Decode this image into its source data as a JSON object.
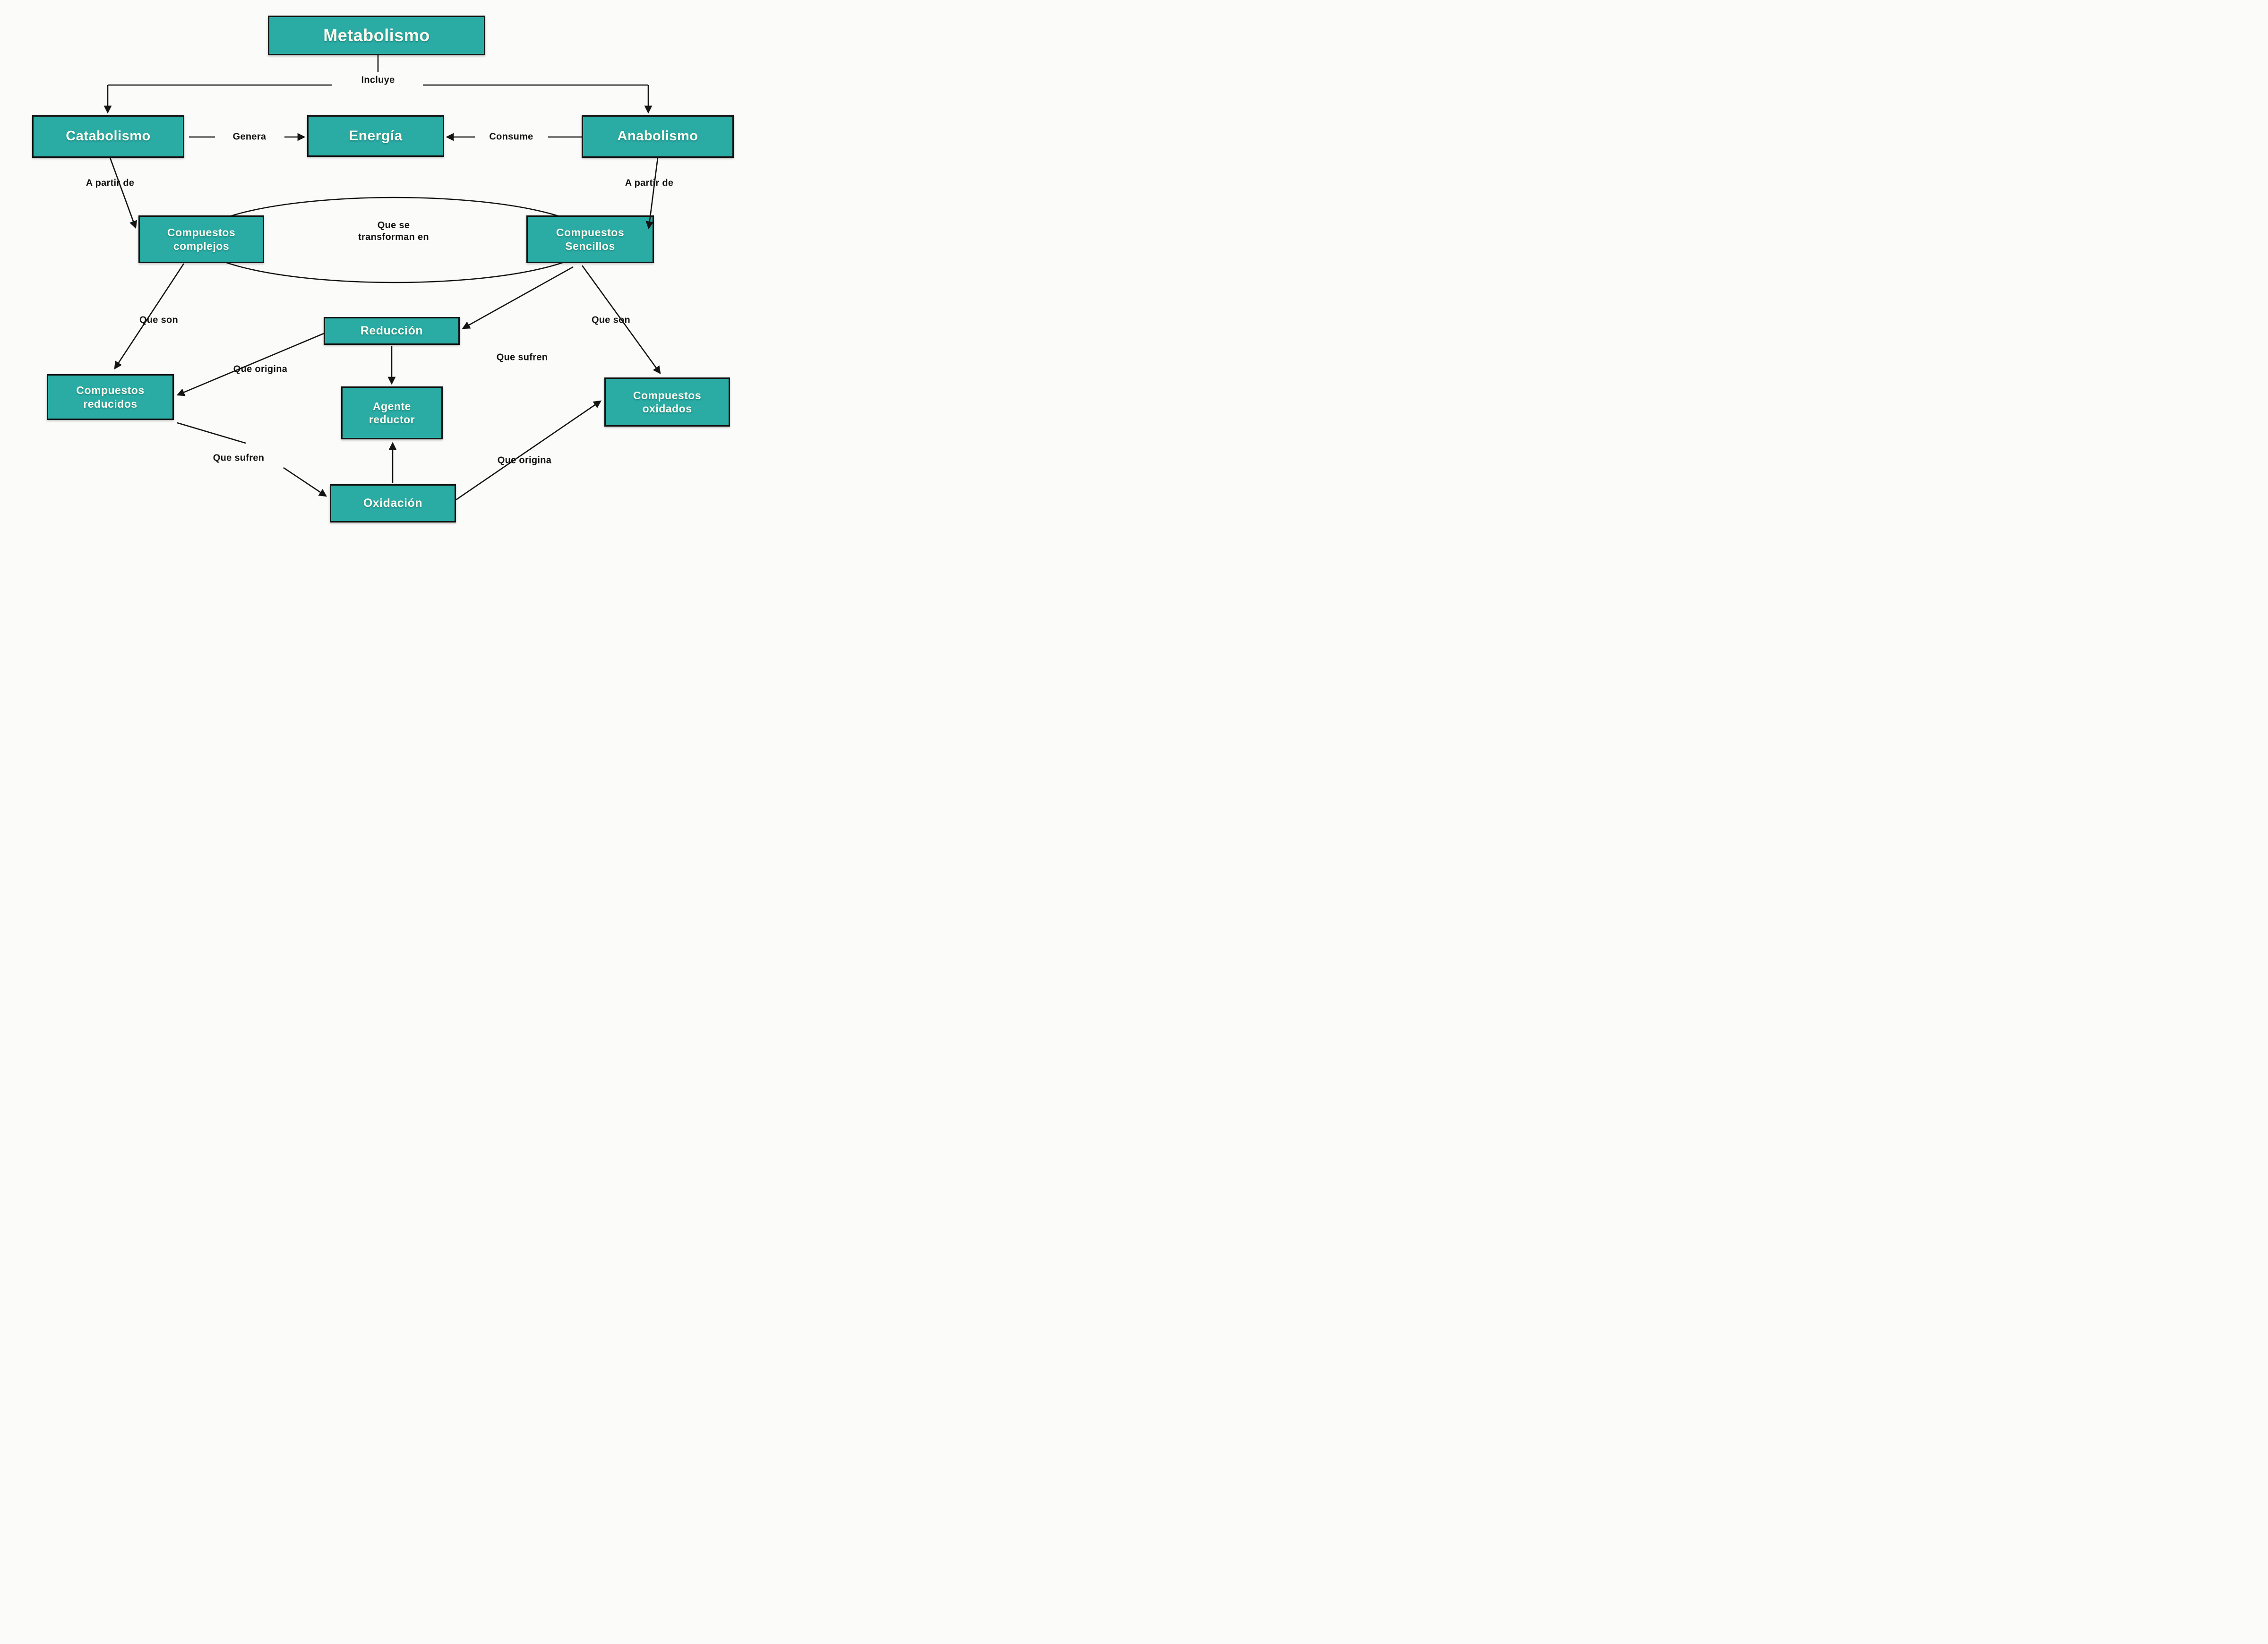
{
  "diagram_title": "Metabolismo",
  "colors": {
    "box_fill": "#2aaca5",
    "box_border": "#141414",
    "box_text": "#fafaef",
    "label_text": "#141414",
    "line": "#141414",
    "background": "#fbfbfa"
  },
  "nodes": {
    "metabolismo": {
      "label": "Metabolismo"
    },
    "catabolismo": {
      "label": "Catabolismo"
    },
    "energia": {
      "label": "Energía"
    },
    "anabolismo": {
      "label": "Anabolismo"
    },
    "compuestos_complejos": {
      "label": "Compuestos\ncomplejos"
    },
    "compuestos_sencillos": {
      "label": "Compuestos\nSencillos"
    },
    "reduccion": {
      "label": "Reducción"
    },
    "compuestos_reducidos": {
      "label": "Compuestos\nreducidos"
    },
    "agente_reductor": {
      "label": "Agente\nreductor"
    },
    "compuestos_oxidados": {
      "label": "Compuestos\noxidados"
    },
    "oxidacion": {
      "label": "Oxidación"
    }
  },
  "edge_labels": {
    "incluye": "Incluye",
    "genera": "Genera",
    "consume": "Consume",
    "a_partir_de_left": "A partir de",
    "a_partir_de_right": "A partir de",
    "que_se_transforman_en": "Que se\ntransforman en",
    "que_son_left": "Que son",
    "que_son_right": "Que son",
    "que_origina_left": "Que origina",
    "que_sufren_right": "Que sufren",
    "que_sufren_bottom": "Que sufren",
    "que_origina_bottom": "Que origina"
  }
}
